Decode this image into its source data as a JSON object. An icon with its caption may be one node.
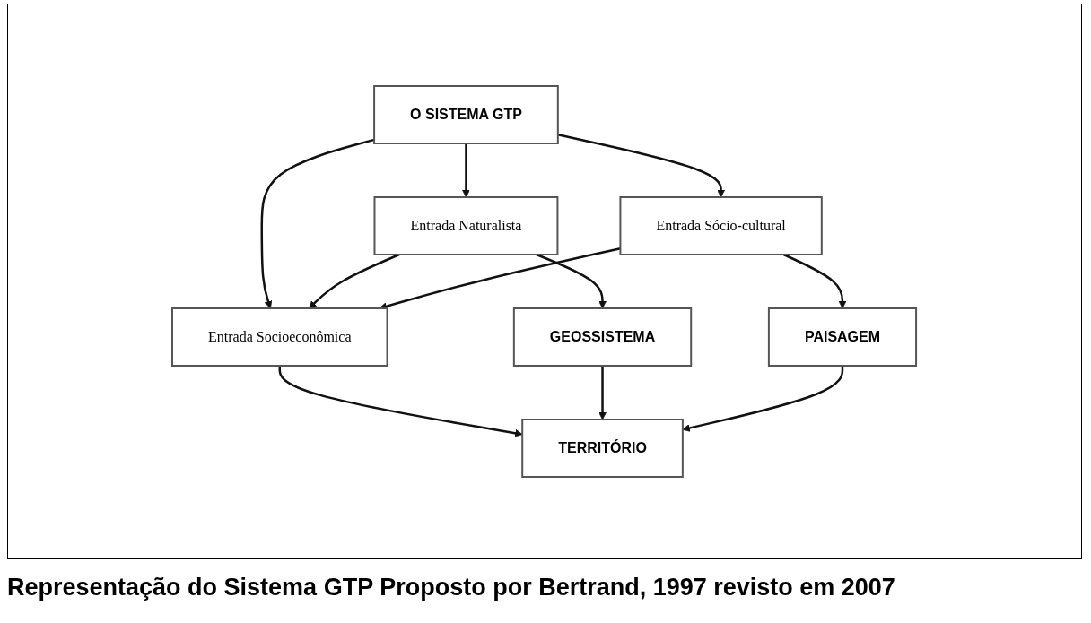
{
  "diagram": {
    "caption": "Representação do Sistema GTP Proposto por Bertrand, 1997 revisto em 2007",
    "nodes": [
      {
        "text": [
          "O SISTEMA GTP"
        ]
      },
      {
        "text": [
          "Entrada Naturalista"
        ]
      },
      {
        "text": [
          "Entrada Socioeconômica"
        ]
      },
      {
        "text": [
          "Entrada Sócio-cultural"
        ]
      },
      {
        "text": [
          "GEOSSISTEMA"
        ]
      },
      {
        "text": [
          "TERRITÓRIO"
        ]
      },
      {
        "text": [
          "PAISAGEM"
        ]
      }
    ],
    "edges": [
      {
        "from": 0,
        "to": 1,
        "arrow": "to"
      },
      {
        "from": 0,
        "to": 2,
        "arrow": "to"
      },
      {
        "from": 0,
        "to": 3,
        "arrow": "to"
      },
      {
        "from": 1,
        "to": 2,
        "arrow": "to"
      },
      {
        "from": 3,
        "to": 2,
        "arrow": "to"
      },
      {
        "from": 1,
        "to": 4,
        "arrow": "to"
      },
      {
        "from": 2,
        "to": 5,
        "arrow": "to"
      },
      {
        "from": 3,
        "to": 6,
        "arrow": "to"
      },
      {
        "from": 4,
        "to": 5,
        "arrow": "to"
      },
      {
        "from": 6,
        "to": 5,
        "arrow": "to"
      }
    ]
  }
}
